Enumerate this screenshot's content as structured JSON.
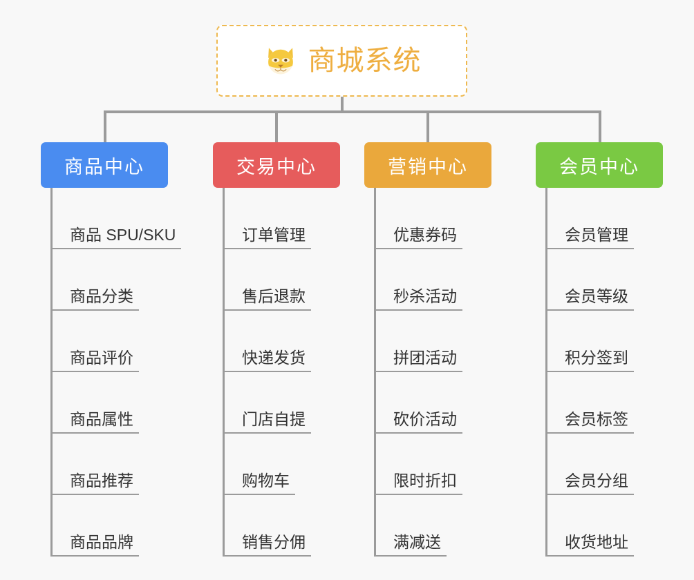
{
  "diagram": {
    "type": "mind-map",
    "background_color": "#f8f8f8",
    "connector_color": "#9b9b9b"
  },
  "root": {
    "title": "商城系统",
    "icon": "shiba-dog-face-emoji",
    "text_color": "#eeae40",
    "border_color": "#eeb950",
    "border_style": "dashed",
    "background_color": "#ffffff"
  },
  "branches": [
    {
      "label": "商品中心",
      "color": "#4a8cf0",
      "items": [
        "商品 SPU/SKU",
        "商品分类",
        "商品评价",
        "商品属性",
        "商品推荐",
        "商品品牌"
      ]
    },
    {
      "label": "交易中心",
      "color": "#e65c5c",
      "items": [
        "订单管理",
        "售后退款",
        "快递发货",
        "门店自提",
        "购物车",
        "销售分佣"
      ]
    },
    {
      "label": "营销中心",
      "color": "#eaa83c",
      "items": [
        "优惠券码",
        "秒杀活动",
        "拼团活动",
        "砍价活动",
        "限时折扣",
        "满减送"
      ]
    },
    {
      "label": "会员中心",
      "color": "#7ac943",
      "items": [
        "会员管理",
        "会员等级",
        "积分签到",
        "会员标签",
        "会员分组",
        "收货地址"
      ]
    }
  ]
}
